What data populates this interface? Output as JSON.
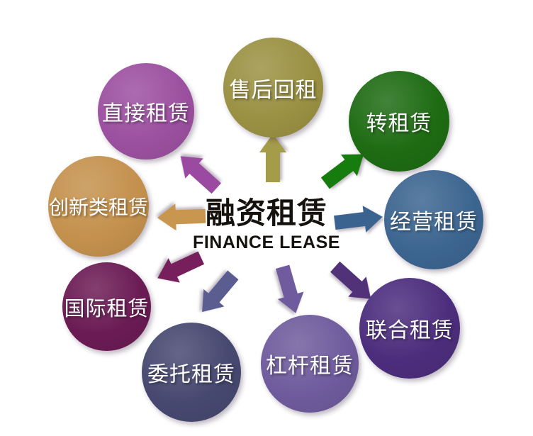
{
  "center": {
    "title": "融资租赁",
    "subtitle": "FINANCE LEASE",
    "text_color": "#15120e"
  },
  "colors": {
    "background": "#ffffff",
    "node_label_text": "#ffffff"
  },
  "nodes": [
    {
      "id": "sale-leaseback",
      "label": "售后回租",
      "color": "#9a9143",
      "arrow_color": "#a59c4a"
    },
    {
      "id": "sublease",
      "label": "转租赁",
      "color": "#1e6b13",
      "arrow_color": "#167c0e"
    },
    {
      "id": "operating-lease",
      "label": "经营租赁",
      "color": "#3c6590",
      "arrow_color": "#3a648f"
    },
    {
      "id": "joint-lease",
      "label": "联合租赁",
      "color": "#4c2d7d",
      "arrow_color": "#513279"
    },
    {
      "id": "leveraged-lease",
      "label": "杠杆租赁",
      "color": "#6f5b9d",
      "arrow_color": "#6f5b9d"
    },
    {
      "id": "entrusted-lease",
      "label": "委托租赁",
      "color": "#474870",
      "arrow_color": "#5b5d90"
    },
    {
      "id": "international-lease",
      "label": "国际租赁",
      "color": "#6b1b54",
      "arrow_color": "#771f5c"
    },
    {
      "id": "innovative-lease",
      "label": "创新类租赁",
      "color": "#c4914d",
      "arrow_color": "#c9964f"
    },
    {
      "id": "direct-lease",
      "label": "直接租赁",
      "color": "#9c50a0",
      "arrow_color": "#9b4aa1"
    }
  ]
}
